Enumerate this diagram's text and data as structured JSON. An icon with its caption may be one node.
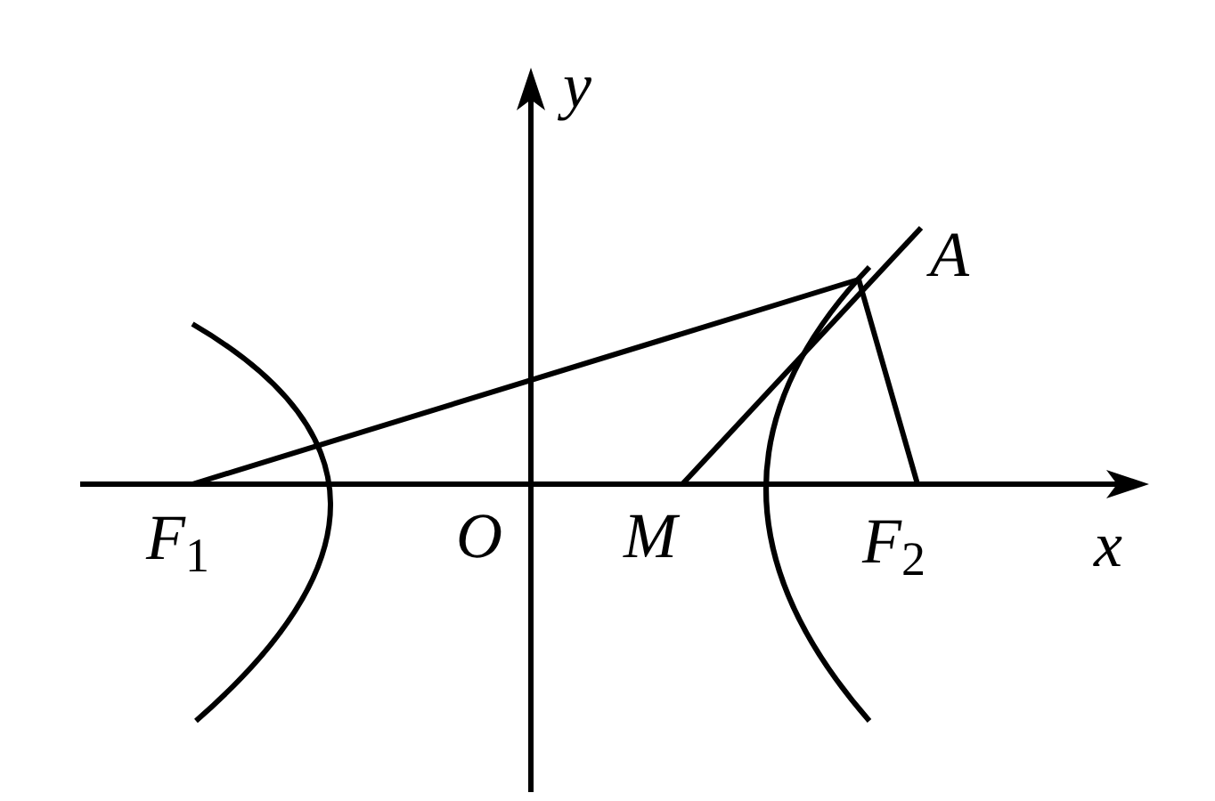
{
  "diagram": {
    "labels": [
      "*y*",
      "*A*",
      "*F*$_{1}$",
      "*O*",
      "*M*",
      "*F*$_{2}$",
      "*x*"
    ]
  }
}
